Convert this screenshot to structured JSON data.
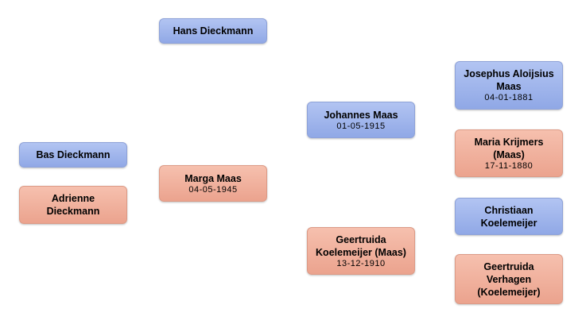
{
  "people": {
    "hans": {
      "name": "Hans Dieckmann",
      "date": ""
    },
    "bas": {
      "name": "Bas Dieckmann",
      "date": ""
    },
    "adrienne": {
      "name": "Adrienne Dieckmann",
      "date": ""
    },
    "marga": {
      "name": "Marga Maas",
      "date": "04-05-1945"
    },
    "johannes": {
      "name": "Johannes Maas",
      "date": "01-05-1915"
    },
    "geertruida_k": {
      "name": "Geertruida Koelemeijer (Maas)",
      "date": "13-12-1910"
    },
    "josephus": {
      "name": "Josephus Aloijsius Maas",
      "date": "04-01-1881"
    },
    "maria": {
      "name": "Maria Krijmers (Maas)",
      "date": "17-11-1880"
    },
    "christiaan": {
      "name": "Christiaan Koelemeijer",
      "date": ""
    },
    "geertruida_v": {
      "name": "Geertruida Verhagen (Koelemeijer)",
      "date": ""
    }
  },
  "colors": {
    "male": "#9db3ec",
    "female": "#f0ad98"
  }
}
